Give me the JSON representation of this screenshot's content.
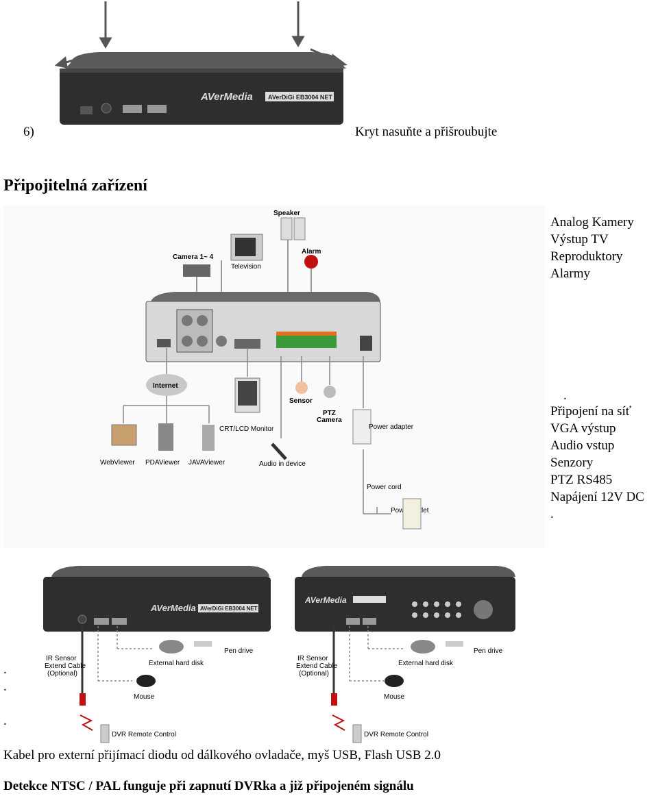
{
  "step": {
    "number": "6)",
    "instruction": "Kryt nasuňte a přišroubujte"
  },
  "section": {
    "title": "Připojitelná zařízení"
  },
  "brand": {
    "name": "AVerMedia",
    "model": "AVerDiGi EB3004 NET",
    "model_short": "AVerDiGi EB3004 NET"
  },
  "diagram": {
    "labels": {
      "speaker": "Speaker",
      "camera": "Camera 1~ 4",
      "television": "Television",
      "alarm": "Alarm",
      "internet": "Internet",
      "sensor": "Sensor",
      "ptz": "PTZ",
      "camera2": "Camera",
      "crt": "CRT/LCD Monitor",
      "power_adapter": "Power adapter",
      "webviewer": "WebViewer",
      "pdaviewer": "PDAViewer",
      "javaviewer": "JAVAViewer",
      "audio_in": "Audio in device",
      "power_cord": "Power cord",
      "power_outlet": "Power outlet"
    }
  },
  "right_list_1": [
    "Analog Kamery",
    "Výstup TV",
    "Reproduktory",
    "Alarmy"
  ],
  "right_list_2_lead": ".",
  "right_list_2": [
    "Připojení na síť",
    "VGA výstup",
    "Audio vstup",
    "Senzory",
    "PTZ RS485",
    "Napájení 12V DC"
  ],
  "right_list_2_tail": ".",
  "usb_diagram": {
    "ir_sensor": "IR Sensor",
    "extend": "Extend Cable",
    "optional": "(Optional)",
    "pen_drive": "Pen drive",
    "ext_hdd": "External hard disk",
    "mouse": "Mouse",
    "remote": "DVR Remote Control"
  },
  "dots": [
    ".",
    ".",
    "."
  ],
  "footer": {
    "line1": "Kabel pro externí přijímací diodu od dálkového ovladače, myš USB, Flash USB 2.0",
    "line2": "Detekce NTSC / PAL funguje při zapnutí DVRka a již připojeném signálu"
  }
}
